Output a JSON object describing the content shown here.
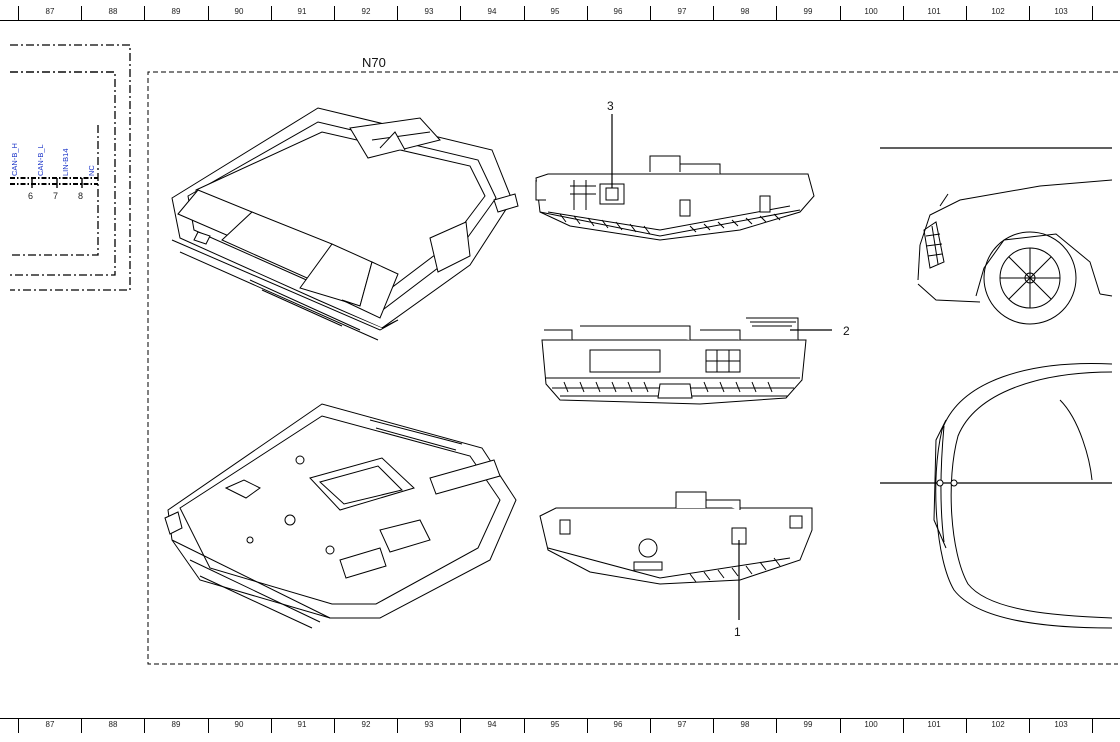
{
  "ruler": {
    "columns": [
      "87",
      "88",
      "89",
      "90",
      "91",
      "92",
      "93",
      "94",
      "95",
      "96",
      "97",
      "98",
      "99",
      "100",
      "101",
      "102",
      "103"
    ]
  },
  "component": {
    "label": "N70"
  },
  "connector": {
    "signals": [
      "CAN-B_H",
      "CAN-B_L",
      "LIN-B14",
      "NC"
    ],
    "pins": [
      "6",
      "7",
      "8"
    ]
  },
  "callouts": [
    "3",
    "2",
    "1"
  ],
  "colors": {
    "line": "#000000",
    "signal_text": "#1a33c8"
  }
}
